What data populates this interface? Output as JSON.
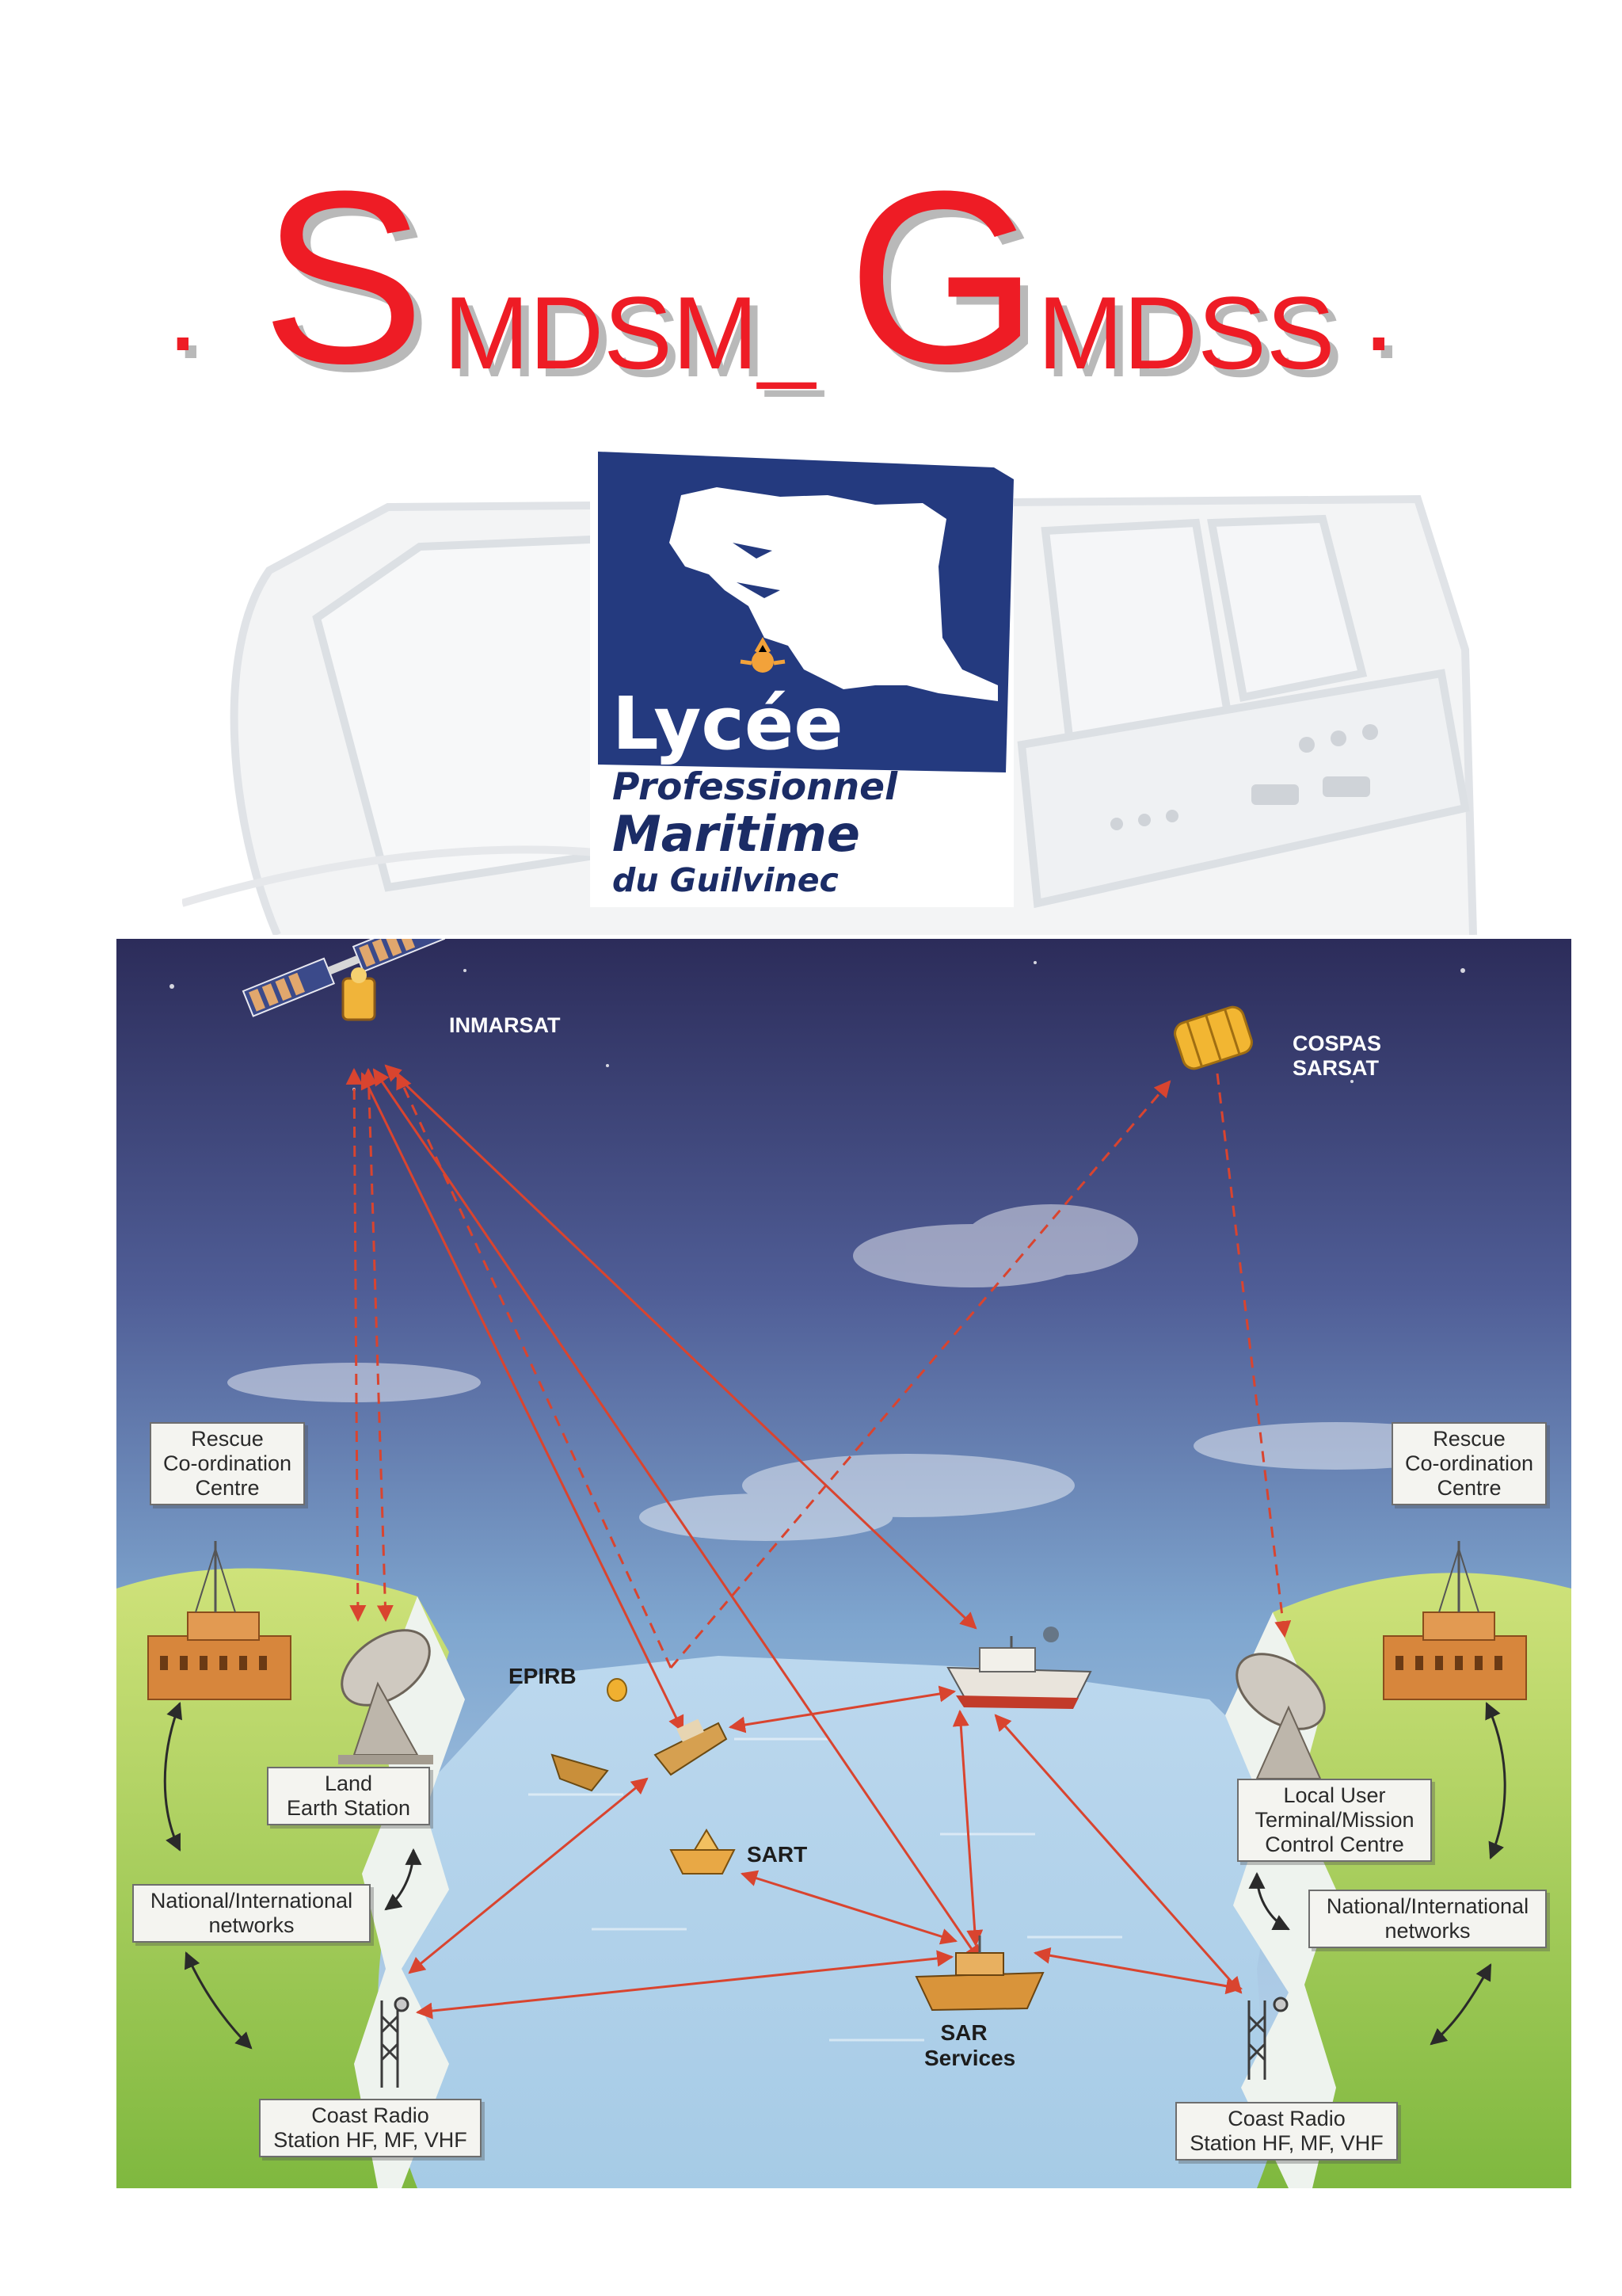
{
  "title": {
    "dot_left": ".",
    "s_initial": "S",
    "s_rest": "MDSM_",
    "g_initial": "G",
    "g_rest": "MDSS",
    "dot_right": "."
  },
  "logo": {
    "line1": "Lycée",
    "line2": "Professionnel",
    "line3": "Maritime",
    "line4": "du Guilvinec"
  },
  "diagram": {
    "satellites": {
      "inmarsat": "INMARSAT",
      "cospas": "COSPAS",
      "sarsat": "SARSAT"
    },
    "left": {
      "rcc": [
        "Rescue",
        "Co-ordination",
        "Centre"
      ],
      "les": [
        "Land",
        "Earth Station"
      ],
      "networks": [
        "National/International",
        "networks"
      ],
      "coast_radio": [
        "Coast Radio",
        "Station HF, MF, VHF"
      ]
    },
    "right": {
      "rcc": [
        "Rescue",
        "Co-ordination",
        "Centre"
      ],
      "lut": [
        "Local User",
        "Terminal/Mission",
        "Control Centre"
      ],
      "networks": [
        "National/International",
        "networks"
      ],
      "coast_radio": [
        "Coast Radio",
        "Station HF, MF, VHF"
      ]
    },
    "epirb": "EPIRB",
    "sart": "SART",
    "sar": [
      "SAR",
      "Services"
    ],
    "colors": {
      "link": "#d9442f",
      "title_red": "#ee1c25",
      "logo_blue": "#1b2c66"
    }
  }
}
